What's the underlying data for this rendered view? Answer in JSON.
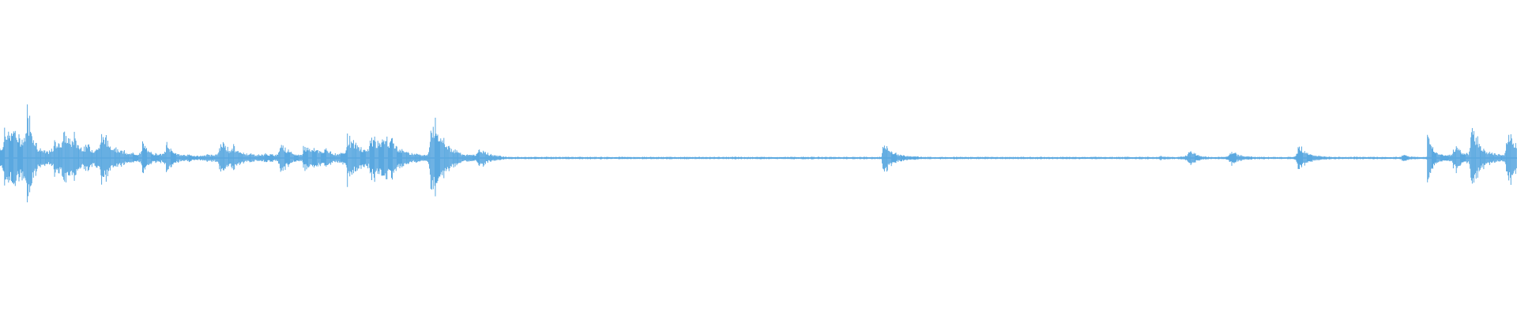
{
  "waveform": {
    "color": "#5aa8e0",
    "background": "#ffffff",
    "duration_fraction_note": "",
    "peaks": [
      [
        0.0,
        0.1
      ],
      [
        0.003,
        0.32
      ],
      [
        0.006,
        0.22
      ],
      [
        0.009,
        0.34
      ],
      [
        0.012,
        0.18
      ],
      [
        0.015,
        0.2
      ],
      [
        0.018,
        0.48
      ],
      [
        0.021,
        0.3
      ],
      [
        0.024,
        0.14
      ],
      [
        0.027,
        0.08
      ],
      [
        0.03,
        0.06
      ],
      [
        0.034,
        0.08
      ],
      [
        0.036,
        0.18
      ],
      [
        0.039,
        0.14
      ],
      [
        0.041,
        0.2
      ],
      [
        0.043,
        0.24
      ],
      [
        0.046,
        0.16
      ],
      [
        0.049,
        0.22
      ],
      [
        0.052,
        0.12
      ],
      [
        0.055,
        0.1
      ],
      [
        0.058,
        0.14
      ],
      [
        0.061,
        0.08
      ],
      [
        0.064,
        0.1
      ],
      [
        0.067,
        0.26
      ],
      [
        0.07,
        0.18
      ],
      [
        0.073,
        0.12
      ],
      [
        0.076,
        0.1
      ],
      [
        0.079,
        0.08
      ],
      [
        0.082,
        0.06
      ],
      [
        0.085,
        0.04
      ],
      [
        0.088,
        0.05
      ],
      [
        0.091,
        0.04
      ],
      [
        0.094,
        0.16
      ],
      [
        0.097,
        0.08
      ],
      [
        0.1,
        0.05
      ],
      [
        0.105,
        0.04
      ],
      [
        0.11,
        0.14
      ],
      [
        0.113,
        0.08
      ],
      [
        0.116,
        0.05
      ],
      [
        0.12,
        0.03
      ],
      [
        0.125,
        0.03
      ],
      [
        0.13,
        0.02
      ],
      [
        0.135,
        0.03
      ],
      [
        0.14,
        0.03
      ],
      [
        0.145,
        0.12
      ],
      [
        0.148,
        0.14
      ],
      [
        0.151,
        0.08
      ],
      [
        0.154,
        0.12
      ],
      [
        0.157,
        0.06
      ],
      [
        0.16,
        0.05
      ],
      [
        0.165,
        0.04
      ],
      [
        0.17,
        0.03
      ],
      [
        0.175,
        0.04
      ],
      [
        0.18,
        0.03
      ],
      [
        0.185,
        0.18
      ],
      [
        0.188,
        0.1
      ],
      [
        0.191,
        0.06
      ],
      [
        0.194,
        0.04
      ],
      [
        0.197,
        0.03
      ],
      [
        0.2,
        0.1
      ],
      [
        0.203,
        0.12
      ],
      [
        0.206,
        0.08
      ],
      [
        0.209,
        0.1
      ],
      [
        0.212,
        0.06
      ],
      [
        0.215,
        0.1
      ],
      [
        0.218,
        0.06
      ],
      [
        0.221,
        0.04
      ],
      [
        0.225,
        0.05
      ],
      [
        0.229,
        0.24
      ],
      [
        0.232,
        0.16
      ],
      [
        0.235,
        0.12
      ],
      [
        0.238,
        0.1
      ],
      [
        0.241,
        0.08
      ],
      [
        0.244,
        0.18
      ],
      [
        0.247,
        0.2
      ],
      [
        0.25,
        0.14
      ],
      [
        0.253,
        0.22
      ],
      [
        0.256,
        0.16
      ],
      [
        0.259,
        0.18
      ],
      [
        0.262,
        0.1
      ],
      [
        0.265,
        0.08
      ],
      [
        0.268,
        0.06
      ],
      [
        0.271,
        0.05
      ],
      [
        0.274,
        0.04
      ],
      [
        0.277,
        0.04
      ],
      [
        0.28,
        0.03
      ],
      [
        0.284,
        0.3
      ],
      [
        0.287,
        0.36
      ],
      [
        0.29,
        0.24
      ],
      [
        0.293,
        0.18
      ],
      [
        0.296,
        0.12
      ],
      [
        0.299,
        0.08
      ],
      [
        0.302,
        0.06
      ],
      [
        0.305,
        0.04
      ],
      [
        0.308,
        0.03
      ],
      [
        0.312,
        0.03
      ],
      [
        0.316,
        0.1
      ],
      [
        0.32,
        0.06
      ],
      [
        0.324,
        0.03
      ],
      [
        0.33,
        0.02
      ],
      [
        0.335,
        0.01
      ],
      [
        0.34,
        0.01
      ],
      [
        0.35,
        0.01
      ],
      [
        0.36,
        0.01
      ],
      [
        0.38,
        0.01
      ],
      [
        0.4,
        0.01
      ],
      [
        0.42,
        0.01
      ],
      [
        0.44,
        0.01
      ],
      [
        0.46,
        0.01
      ],
      [
        0.48,
        0.01
      ],
      [
        0.5,
        0.01
      ],
      [
        0.52,
        0.01
      ],
      [
        0.54,
        0.01
      ],
      [
        0.56,
        0.01
      ],
      [
        0.58,
        0.01
      ],
      [
        0.582,
        0.16
      ],
      [
        0.585,
        0.1
      ],
      [
        0.588,
        0.06
      ],
      [
        0.591,
        0.04
      ],
      [
        0.594,
        0.03
      ],
      [
        0.597,
        0.02
      ],
      [
        0.6,
        0.02
      ],
      [
        0.61,
        0.01
      ],
      [
        0.62,
        0.01
      ],
      [
        0.64,
        0.01
      ],
      [
        0.66,
        0.01
      ],
      [
        0.68,
        0.01
      ],
      [
        0.7,
        0.01
      ],
      [
        0.72,
        0.01
      ],
      [
        0.74,
        0.01
      ],
      [
        0.76,
        0.01
      ],
      [
        0.765,
        0.02
      ],
      [
        0.77,
        0.01
      ],
      [
        0.785,
        0.08
      ],
      [
        0.788,
        0.04
      ],
      [
        0.791,
        0.02
      ],
      [
        0.8,
        0.01
      ],
      [
        0.812,
        0.06
      ],
      [
        0.815,
        0.04
      ],
      [
        0.82,
        0.02
      ],
      [
        0.83,
        0.01
      ],
      [
        0.85,
        0.01
      ],
      [
        0.856,
        0.12
      ],
      [
        0.859,
        0.08
      ],
      [
        0.862,
        0.05
      ],
      [
        0.865,
        0.03
      ],
      [
        0.87,
        0.02
      ],
      [
        0.88,
        0.01
      ],
      [
        0.9,
        0.01
      ],
      [
        0.92,
        0.01
      ],
      [
        0.925,
        0.04
      ],
      [
        0.928,
        0.02
      ],
      [
        0.935,
        0.01
      ],
      [
        0.94,
        0.01
      ],
      [
        0.941,
        0.2
      ],
      [
        0.944,
        0.12
      ],
      [
        0.947,
        0.06
      ],
      [
        0.95,
        0.04
      ],
      [
        0.955,
        0.03
      ],
      [
        0.958,
        0.08
      ],
      [
        0.96,
        0.12
      ],
      [
        0.963,
        0.06
      ],
      [
        0.966,
        0.04
      ],
      [
        0.97,
        0.28
      ],
      [
        0.973,
        0.2
      ],
      [
        0.976,
        0.14
      ],
      [
        0.979,
        0.08
      ],
      [
        0.982,
        0.06
      ],
      [
        0.985,
        0.04
      ],
      [
        0.99,
        0.03
      ],
      [
        0.993,
        0.18
      ],
      [
        0.996,
        0.22
      ],
      [
        1.0,
        0.14
      ]
    ]
  }
}
